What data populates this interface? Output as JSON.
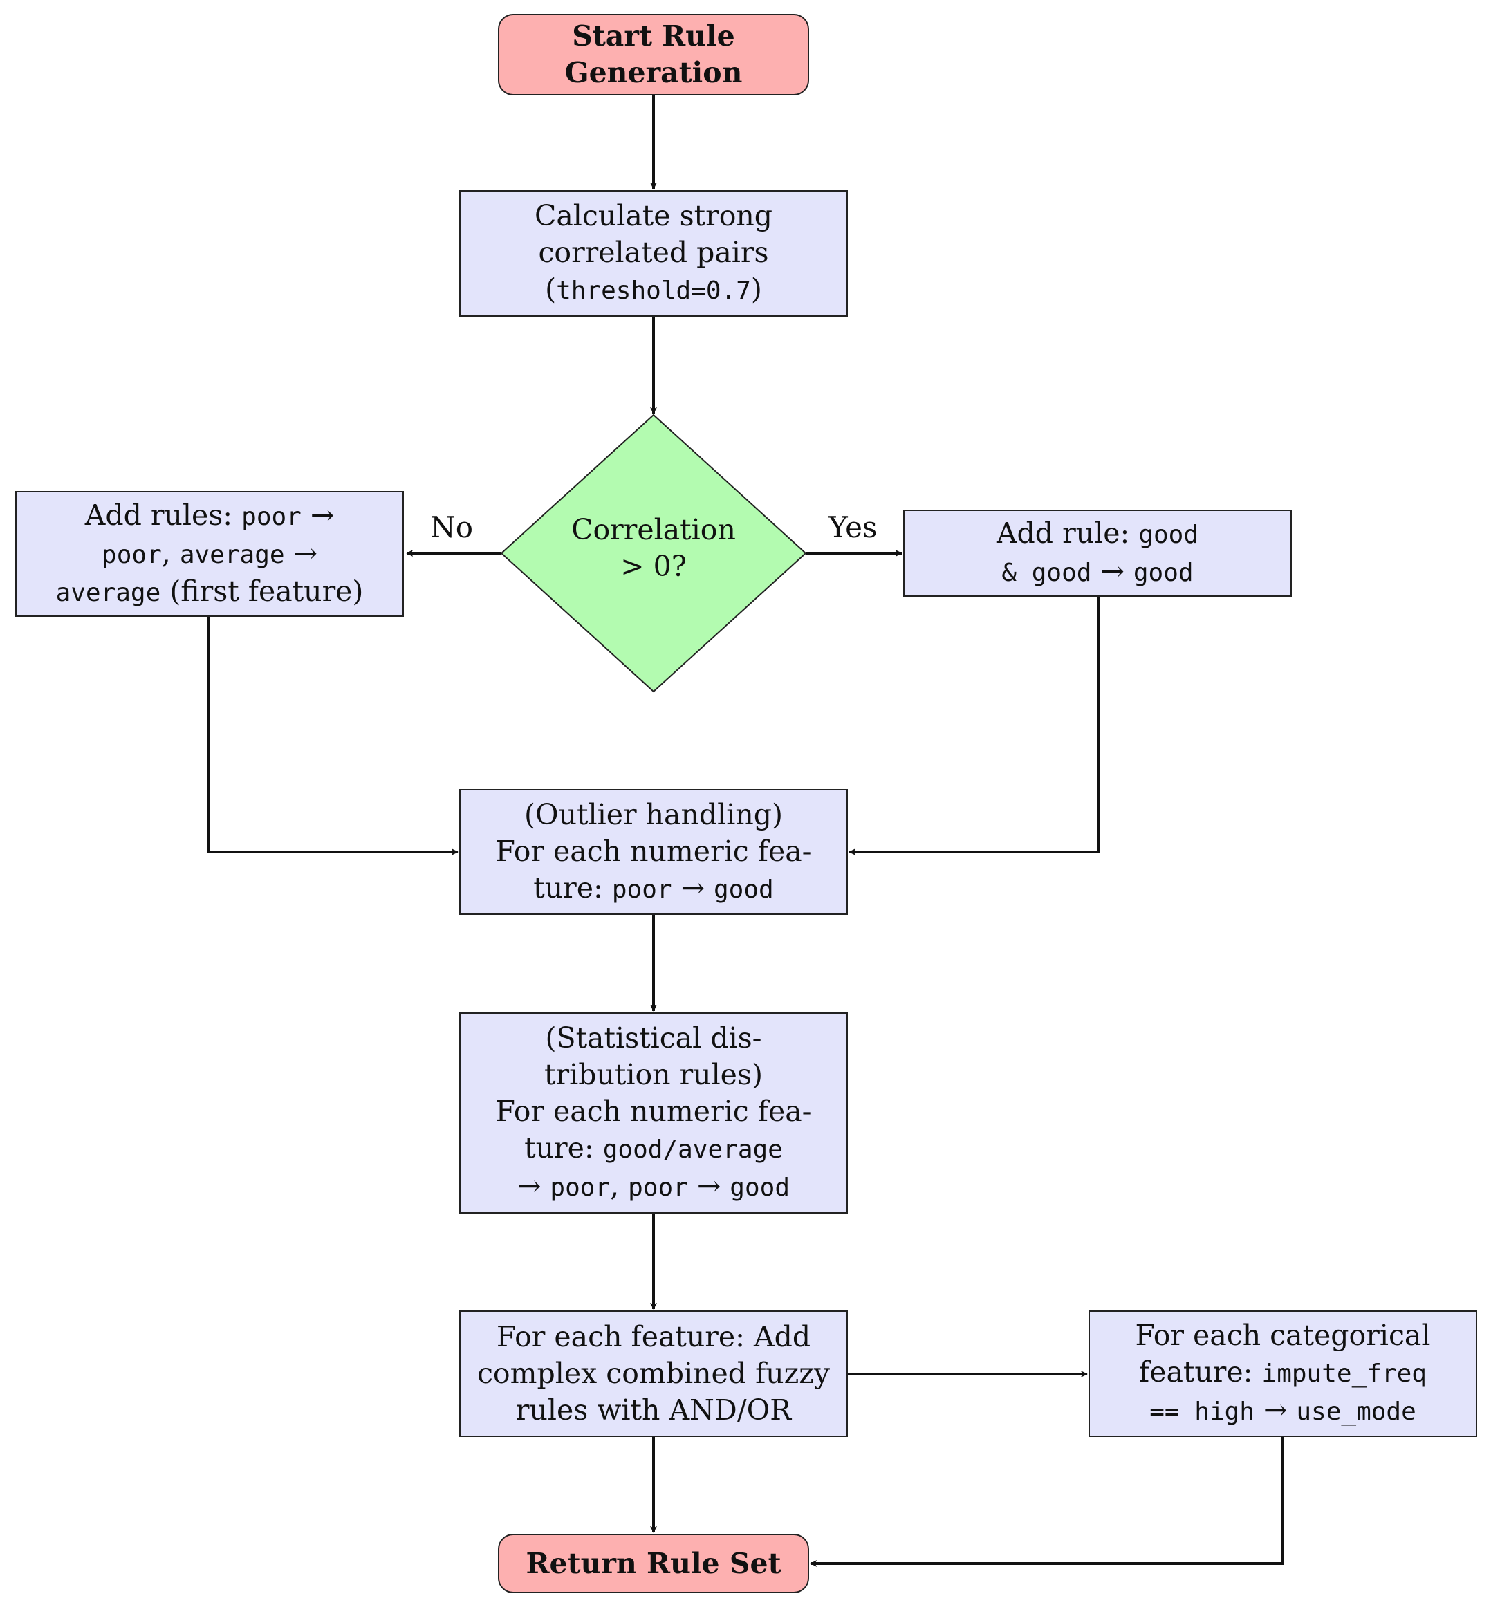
{
  "start": {
    "line1": "Start Rule",
    "line2": "Generation"
  },
  "calc": {
    "line1": "Calculate strong",
    "line2": "correlated pairs",
    "line3_open": "(",
    "line3_code": "threshold=0.7",
    "line3_close": ")"
  },
  "decision": {
    "line1": "Correlation",
    "line2": "> 0?"
  },
  "no_branch": {
    "label": "No",
    "l1_text": "Add rules: ",
    "l1_code": "poor",
    "l1_arrow": " →",
    "l2_code_a": "poor",
    "l2_text": ", ",
    "l2_code_b": "average",
    "l2_arrow": " →",
    "l3_code": "average",
    "l3_text": " (first feature)"
  },
  "yes_branch": {
    "label": "Yes",
    "l1_text": "Add rule: ",
    "l1_code": "good",
    "l2_code_a": "& good",
    "l2_arrow": " → ",
    "l2_code_b": "good"
  },
  "outlier": {
    "line1": "(Outlier handling)",
    "line2": "For each numeric fea-",
    "l3_text": "ture: ",
    "l3_code_a": "poor",
    "l3_arrow": " → ",
    "l3_code_b": "good"
  },
  "stat": {
    "line1": "(Statistical dis-",
    "line2": "tribution rules)",
    "line3": "For each numeric fea-",
    "l4_text": "ture: ",
    "l4_code": "good/average",
    "l5_arrow": "→ ",
    "l5_code_a": "poor",
    "l5_text": ", ",
    "l5_code_b": "poor",
    "l5_arrow2": " → ",
    "l5_code_c": "good"
  },
  "fuzzy": {
    "line1": "For each feature: Add",
    "line2": "complex combined fuzzy",
    "line3": "rules with AND/OR"
  },
  "categorical": {
    "line1": "For each categorical",
    "l2_text": "feature: ",
    "l2_code": "impute_freq",
    "l3_code_a": "== high",
    "l3_arrow": " → ",
    "l3_code_b": "use_mode"
  },
  "end": {
    "label": "Return Rule Set"
  },
  "colors": {
    "terminal_fill": "#fdb0b0",
    "process_fill": "#e3e4fb",
    "decision_fill": "#b3fbb0",
    "stroke": "#111111"
  }
}
